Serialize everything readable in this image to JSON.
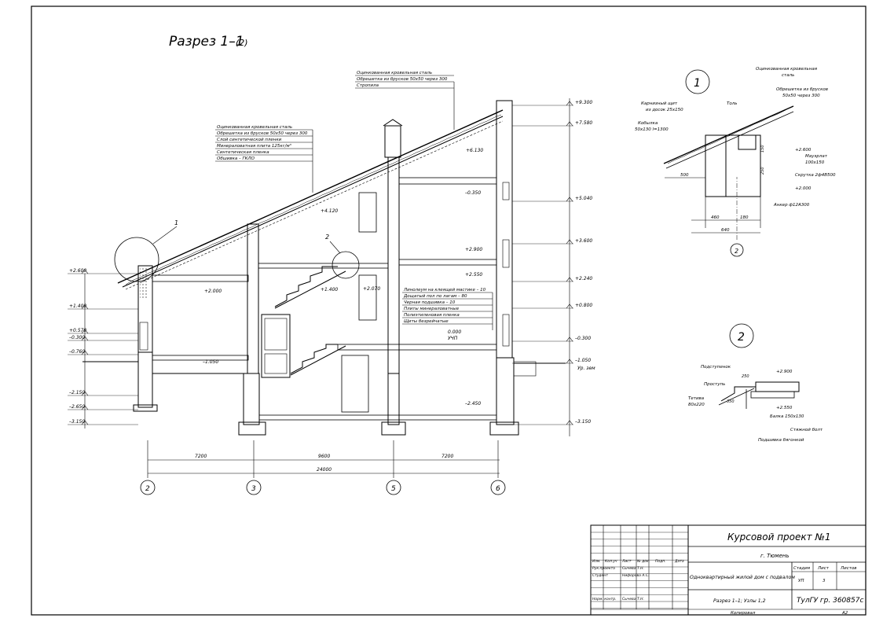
{
  "section_title": "Разрез 1–1",
  "section_title_sub": "(2)",
  "roof_callout_top": [
    "Оцинкованная кровельная сталь",
    "Обрешетка из брусков 50х50 через 300",
    "Стропила"
  ],
  "roof_callout_left": [
    "Оцинкованная кровельная сталь",
    "Обрешетка из брусков 50х50 через 300",
    "Слой синтетической пленки",
    "Минераловатная плита 125кг/м³",
    "Синтетическая пленка",
    "Обшивка – ГКЛО"
  ],
  "floor_callout": [
    "Линолеум на клеящей мастике – 10",
    "Дощатый пол по лагам – 80",
    "Черная подшивка – 10",
    "Плиты минераловатные",
    "Полиэтиленовая пленка",
    "Щиты безрейчатые"
  ],
  "marks_right": [
    "+9.300",
    "+7.580",
    "+5.040",
    "+3.600",
    "+2.240",
    "+0.800",
    "–0.300",
    "–1.050",
    "–3.150"
  ],
  "marks_left": [
    "+2.600",
    "+1.400",
    "+0.570",
    "–0.300",
    "–0.760",
    "–2.150",
    "–2.650",
    "–3.150"
  ],
  "marks_inner": [
    "+6.130",
    "+4.120",
    "+2.900",
    "+2.550",
    "+2.000",
    "+1.400",
    "+2.070",
    "–1.050",
    "–2.450",
    "0.000",
    "УЧП",
    "–0.350"
  ],
  "ground_label": "Ур. зем",
  "dims": {
    "d1": "7200",
    "d2": "9600",
    "d3": "7200",
    "total": "24000"
  },
  "axes": [
    "2",
    "3",
    "5",
    "6"
  ],
  "leader_labels": {
    "one": "1",
    "two": "2"
  },
  "node1": {
    "num": "1",
    "labels": [
      "Оцинкованная кровельная",
      "сталь",
      "Обрешетка из брусков",
      "50х50 через 300",
      "Карнизный щит",
      "из досок 25х150",
      "Кобылка",
      "50х130 l=1300",
      "Толь",
      "Мауэрлат",
      "100х150",
      "Скрутка 2ф4В500",
      "Анкер ф12А300"
    ],
    "marks": [
      "+2.600",
      "+2.000"
    ],
    "dims": [
      "500",
      "460",
      "180",
      "640",
      "150",
      "250"
    ],
    "axis": "2"
  },
  "node2": {
    "num": "2",
    "labels": [
      "Подступенок",
      "Проступь",
      "Тетива",
      "80х220",
      "Балка 150х130",
      "Стяжной болт",
      "Подшивка бягонкой"
    ],
    "marks": [
      "+2.900",
      "+2.550"
    ],
    "dims": [
      "250",
      "350"
    ]
  },
  "stamp": {
    "project": "Курсовой проект №1",
    "city": "г. Тюмень",
    "building": "Одноквартирный жилой дом с подвалом",
    "sheet_title": "Разрез 1–1; Узлы 1,2",
    "org": "ТулГУ гр. 360857с",
    "col_heads": [
      "Изм.",
      "Кол.уч",
      "Лист",
      "№ док.",
      "Подп.",
      "Дата"
    ],
    "roles": [
      "Рук.проекта",
      "Студент",
      "Норм. контр."
    ],
    "names": [
      "Сычева Т.Н.",
      "Нифорова А.С.",
      "Сычева Т.Н."
    ],
    "stage_heads": [
      "Стадия",
      "Лист",
      "Листов"
    ],
    "stage_vals": [
      "УП",
      "3",
      ""
    ],
    "copied": "Копировал",
    "format": "А2"
  }
}
